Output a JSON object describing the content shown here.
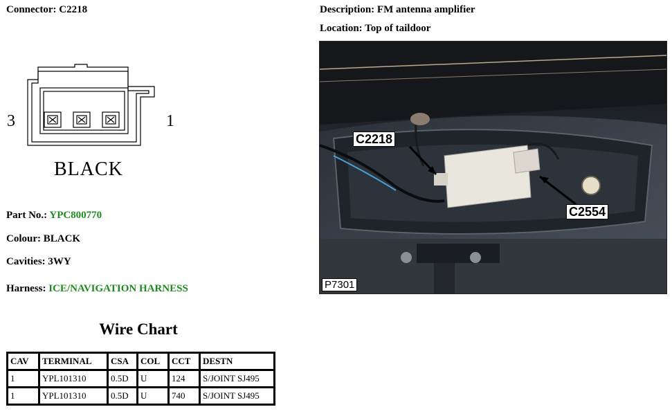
{
  "connector": {
    "label": "Connector:",
    "value": "C2218"
  },
  "description": {
    "label": "Description:",
    "value": "FM antenna amplifier"
  },
  "location": {
    "label": "Location:",
    "value": "Top of taildoor"
  },
  "part_no": {
    "label": "Part No.:",
    "value": "YPC800770"
  },
  "colour": {
    "label": "Colour:",
    "value": "BLACK"
  },
  "cavities": {
    "label": "Cavities:",
    "value": "3WY"
  },
  "harness": {
    "label": "Harness:",
    "value": "ICE/NAVIGATION HARNESS"
  },
  "diagram": {
    "pin_left": "3",
    "pin_right": "1",
    "colour_text": "BLACK"
  },
  "photo": {
    "callout_1": "C2218",
    "callout_2": "C2554",
    "ref": "P7301"
  },
  "wire_chart": {
    "title": "Wire Chart",
    "headers": [
      "CAV",
      "TERMINAL",
      "CSA",
      "COL",
      "CCT",
      "DESTN"
    ],
    "rows": [
      [
        "1",
        "YPL101310",
        "0.5D",
        "U",
        "124",
        "S/JOINT SJ495"
      ],
      [
        "1",
        "YPL101310",
        "0.5D",
        "U",
        "740",
        "S/JOINT SJ495"
      ]
    ]
  },
  "colors": {
    "highlight_value": "#1f8a1f"
  }
}
